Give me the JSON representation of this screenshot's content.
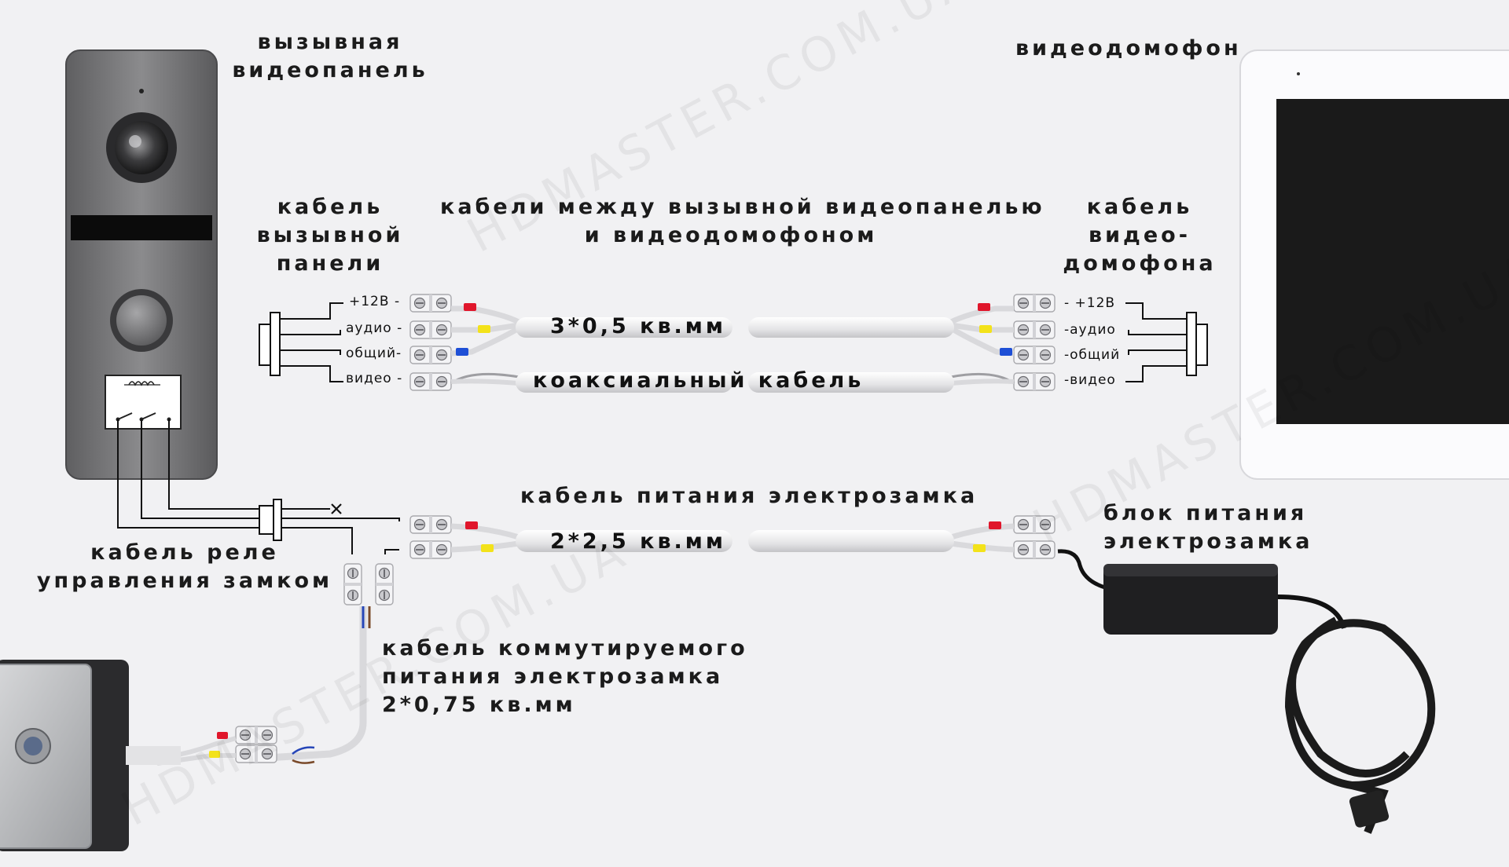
{
  "labels": {
    "call_panel": [
      "вызывная",
      "видеопанель"
    ],
    "monitor": "видеодомофон",
    "panel_cable": [
      "кабель",
      "вызывной",
      "панели"
    ],
    "cables_between": [
      "кабели между вызывной видеопанелью",
      "и видеодомофоном"
    ],
    "monitor_cable": [
      "кабель",
      "видео-",
      "домофона"
    ],
    "lock_power_cable": "кабель питания электрозамка",
    "psu": [
      "блок питания",
      "электрозамка"
    ],
    "relay_cable": [
      "кабель реле",
      "управления замком"
    ],
    "switched_cable": [
      "кабель коммутируемого",
      "питания электрозамка",
      "2*0,75 кв.мм"
    ]
  },
  "wire_labels": {
    "left": [
      "+12В -",
      "аудио -",
      "общий-",
      "видео -"
    ],
    "right": [
      "- +12В",
      "-аудио",
      "-общий",
      "-видео"
    ]
  },
  "cable_specs": {
    "signal": "3*0,5 кв.мм",
    "coax": "коаксиальный кабель",
    "power": "2*2,5 кв.мм"
  },
  "watermark": [
    "HDMASTER.COM.UA",
    "HDMASTER.COM.UA",
    "HDMASTER.COM.UA"
  ],
  "colors": {
    "background": "#f1f1f3",
    "panel_body": "#7a7a7c",
    "monitor_frame": "#fbfbfd",
    "monitor_screen": "#1a1a1a",
    "ferrule_red": "#e0162b",
    "ferrule_yellow": "#f3e21a",
    "ferrule_blue": "#1e4fd6",
    "cable": "#e6e6e8",
    "lines": "#111111"
  }
}
